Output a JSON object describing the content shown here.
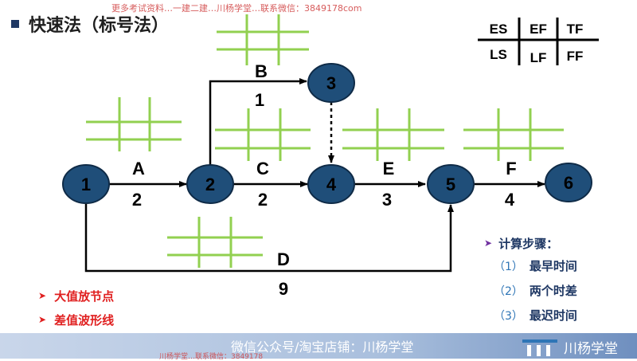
{
  "title": "快速法（标号法）",
  "watermark_top": "更多考试资料…一建二建…川杨学堂…联系微信：3849178com",
  "legend": {
    "cells": [
      "ES",
      "EF",
      "TF",
      "LS",
      "LF",
      "FF"
    ]
  },
  "nodes": [
    {
      "id": "1",
      "label": "1"
    },
    {
      "id": "2",
      "label": "2"
    },
    {
      "id": "3",
      "label": "3"
    },
    {
      "id": "4",
      "label": "4"
    },
    {
      "id": "5",
      "label": "5"
    },
    {
      "id": "6",
      "label": "6"
    }
  ],
  "activities": [
    {
      "name": "A",
      "duration": "2",
      "from": "1",
      "to": "2"
    },
    {
      "name": "B",
      "duration": "1",
      "from": "2",
      "to": "3"
    },
    {
      "name": "C",
      "duration": "2",
      "from": "2",
      "to": "4"
    },
    {
      "name": "E",
      "duration": "3",
      "from": "4",
      "to": "5"
    },
    {
      "name": "F",
      "duration": "4",
      "from": "5",
      "to": "6"
    },
    {
      "name": "D",
      "duration": "9",
      "from": "1",
      "to": "5"
    }
  ],
  "dummy": {
    "from": "3",
    "to": "4"
  },
  "notes": [
    "大值放节点",
    "差值波形线"
  ],
  "steps": {
    "title": "计算步骤：",
    "items": [
      {
        "num": "（1）",
        "text": "最早时间"
      },
      {
        "num": "（2）",
        "text": "两个时差"
      },
      {
        "num": "（3）",
        "text": "最迟时间"
      }
    ]
  },
  "footer": {
    "text": "微信公众号/淘宝店铺：川杨学堂",
    "brand": "川杨学堂",
    "watermark": "川杨学堂…联系微信：3849178"
  },
  "colors": {
    "node_fill": "#1f4e79",
    "grid_green": "#92d050",
    "accent_red": "#e02020",
    "navy_text": "#1f3864"
  }
}
